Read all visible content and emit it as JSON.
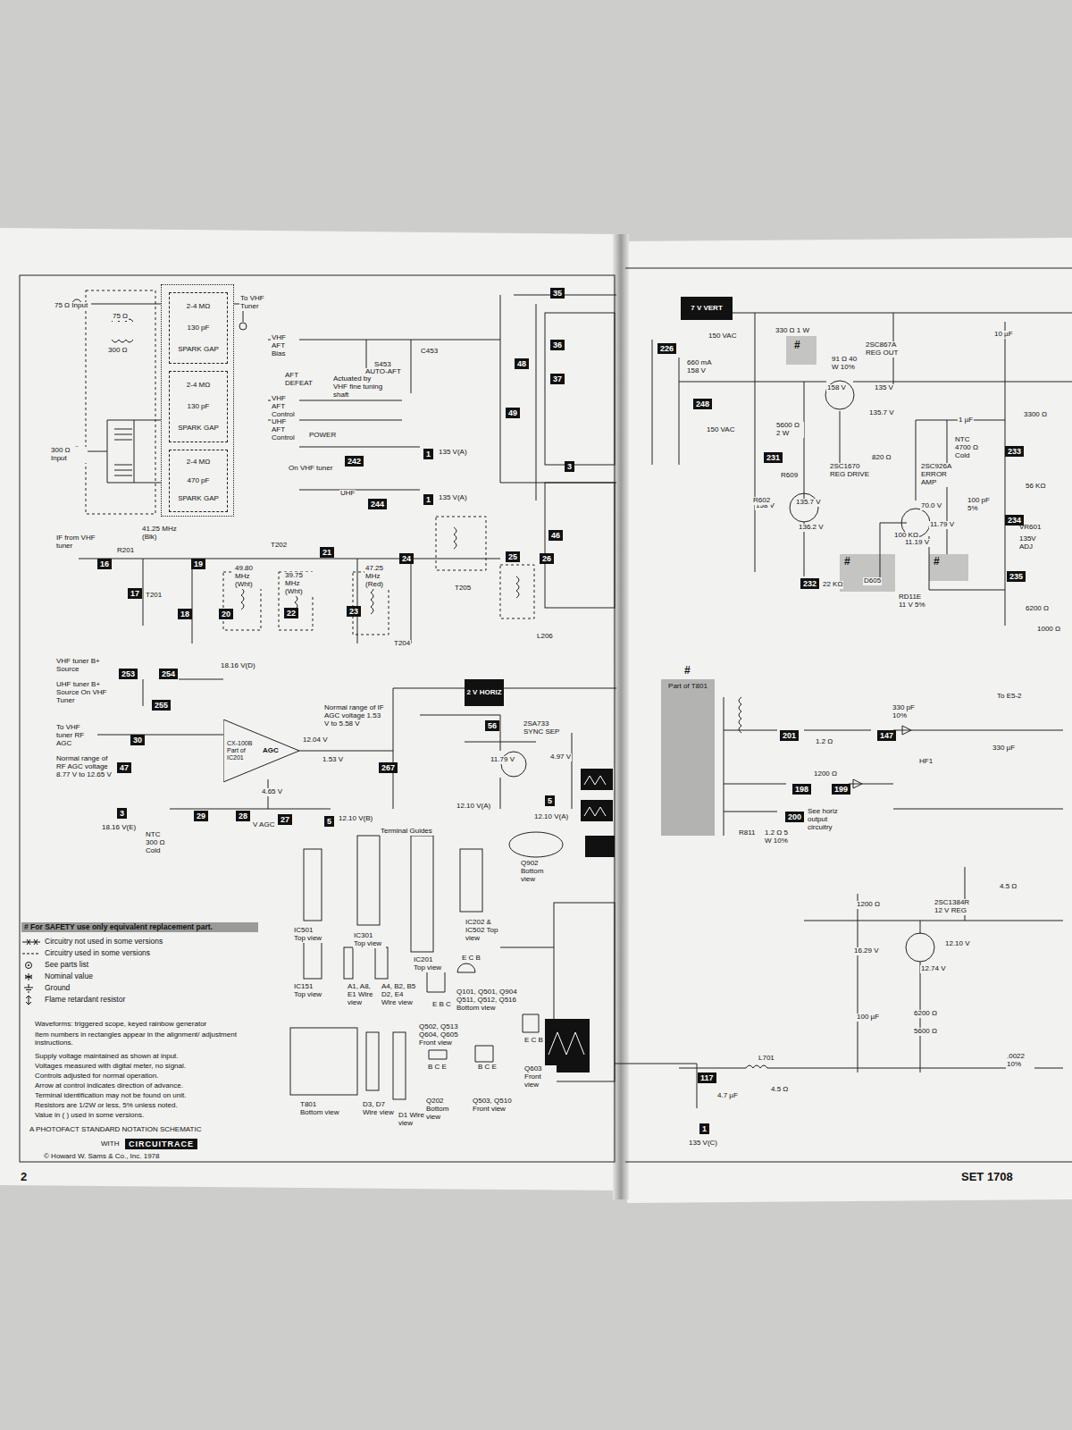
{
  "diagram": {
    "nodes": [
      {
        "text": []
      },
      {
        "text": [
          "2-4 MΩ",
          "130 pF",
          "SPARK GAP"
        ],
        "in": 0
      },
      {
        "text": [
          "2-4 MΩ",
          "130 pF",
          "SPARK GAP"
        ],
        "in": 0
      },
      {
        "text": [
          "2-4 MΩ",
          "470 pF",
          "SPARK GAP"
        ],
        "in": 0
      },
      {
        "text": [
          "CX-100B Part of IC201",
          "AGC"
        ]
      },
      {
        "text": [
          "2 V HORIZ"
        ]
      },
      {
        "text": [
          "7 V VERT"
        ]
      },
      {
        "text": [
          "Part of T801"
        ]
      }
    ],
    "labels": [
      "75 Ω Input",
      "75 Ω",
      "300 Ω",
      "To VHF Tuner",
      "300 Ω Input",
      "VHF AFT Bias",
      "AFT DEFEAT",
      "Actuated by VHF fine tuning shaft",
      "AUTO-AFT",
      "VHF AFT Control",
      "UHF AFT Control",
      "POWER",
      "135 V(A)",
      "On VHF tuner",
      "UHF",
      "135 V(A)",
      "IF from VHF tuner",
      "41.25 MHz (Blk)",
      "49.80 MHz (Wht)",
      "39.75 MHz (Wht)",
      "47.25 MHz (Red)",
      "VHF tuner B+ Source",
      "UHF tuner B+ Source On VHF Tuner",
      "18.16 V(D)",
      "To VHF tuner RF AGC",
      "Normal range of RF AGC voltage 8.77 V to 12.65 V",
      "Normal range of IF AGC voltage 1.53 V to 5.58 V",
      "12.04 V",
      "1.53 V",
      "4.65 V",
      "V AGC",
      "12.10 V(B)",
      "NTC 300 Ω Cold",
      "18.16 V(E)",
      "2SA733 SYNC SEP",
      "11.79 V",
      "4.97 V",
      "12.10 V(A)",
      "12.10 V(A)",
      "Terminal Guides",
      "Q902 Bottom view",
      "IC501 Top view",
      "IC301 Top view",
      "IC201 Top view",
      "IC202 & IC502 Top view",
      "IC151 Top view",
      "A1, A8, E1 Wire view",
      "A4, B2, B5 D2, E4 Wire view",
      "E C B",
      "Q101, Q501, Q904 Q511, Q512, Q516 Bottom view",
      "E B C",
      "Q502, Q513 Q604, Q605 Front view",
      "B C E",
      "Q202 Bottom view",
      "B C E",
      "Q503, Q510 Front view",
      "E C B",
      "Q603 Front view",
      "T801 Bottom view",
      "D3, D7 Wire view",
      "D1 Wire view",
      "Waveforms: triggered scope, keyed rainbow generator",
      "Item numbers in rectangles appear in the alignment/ adjustment instructions.",
      "Supply voltage maintained as shown at input.",
      "Voltages measured with digital meter, no signal.",
      "Controls adjusted for normal operation.",
      "Arrow at control indicates direction of advance.",
      "Terminal identification may not be found on unit.",
      "Resistors are 1/2W or less, 5% unless noted.",
      "Value in ( ) used in some versions.",
      "A PHOTOFACT STANDARD NOTATION SCHEMATIC",
      "WITH",
      "CIRCUITRACE",
      "© Howard W. Sams & Co., Inc. 1978",
      "2",
      "SET 1708",
      "150 VAC",
      "660 mA 158 V",
      "150 VAC",
      "330 Ω 1 W",
      "91 Ω 40 W 10%",
      "2SC867A REG OUT",
      "158 V",
      "135 V",
      "135.7 V",
      "5600 Ω 2 W",
      "820 Ω",
      "2SC1670 REG DRIVE",
      "2SC926A ERROR AMP",
      "158 V",
      "135.7 V",
      "136.2 V",
      "70.0 V",
      "11.79 V",
      "11.19 V",
      "135V ADJ",
      "1000 Ω",
      "22 KΩ",
      "100 KΩ",
      "RD11E 11 V 5%",
      "NTC 4700 Ω Cold",
      "3300 Ω",
      "56 KΩ",
      "6200 Ω",
      "10 µF",
      "1 µF",
      "100 pF 5%",
      "To E5-2",
      "330 pF 10%",
      "1.2 Ω",
      "HF1",
      "330 µF",
      "1200 Ω",
      "See horiz output circuitry",
      "1.2 Ω 5 W 10%",
      "4.5 Ω",
      "1200 Ω",
      "2SC1384R 12 V REG",
      "16.29 V",
      "12.10 V",
      "12.74 V",
      "100 µF",
      "6200 Ω",
      "5600 Ω",
      ".0022 10%",
      "4.5 Ω",
      "4.7 µF",
      "135 V(C)",
      "R201",
      "T202",
      "T201",
      "T204",
      "T205",
      "L206",
      "C453",
      "S453",
      "R609",
      "R602",
      "VR601",
      "D605",
      "R811",
      "L701",
      "16",
      "17",
      "18",
      "19",
      "20",
      "21",
      "22",
      "23",
      "24",
      "25",
      "26",
      "253",
      "254",
      "255",
      "30",
      "47",
      "3",
      "29",
      "28",
      "27",
      "5",
      "267",
      "242",
      "244",
      "1",
      "1",
      "35",
      "36",
      "37",
      "48",
      "49",
      "3",
      "46",
      "56",
      "5",
      "226",
      "248",
      "231",
      "232",
      "233",
      "234",
      "235",
      "201",
      "147",
      "198",
      "199",
      "200",
      "117",
      "1",
      "#",
      "#",
      "#",
      "#"
    ],
    "legend": [
      {
        "text": "# For SAFETY use only equivalent replacement part."
      },
      {
        "text": "Circuitry not used in some versions"
      },
      {
        "text": "Circuitry used in some versions"
      },
      {
        "text": "See parts list"
      },
      {
        "text": "Nominal value"
      },
      {
        "text": "Ground"
      },
      {
        "text": "Flame retardant resistor"
      }
    ]
  }
}
